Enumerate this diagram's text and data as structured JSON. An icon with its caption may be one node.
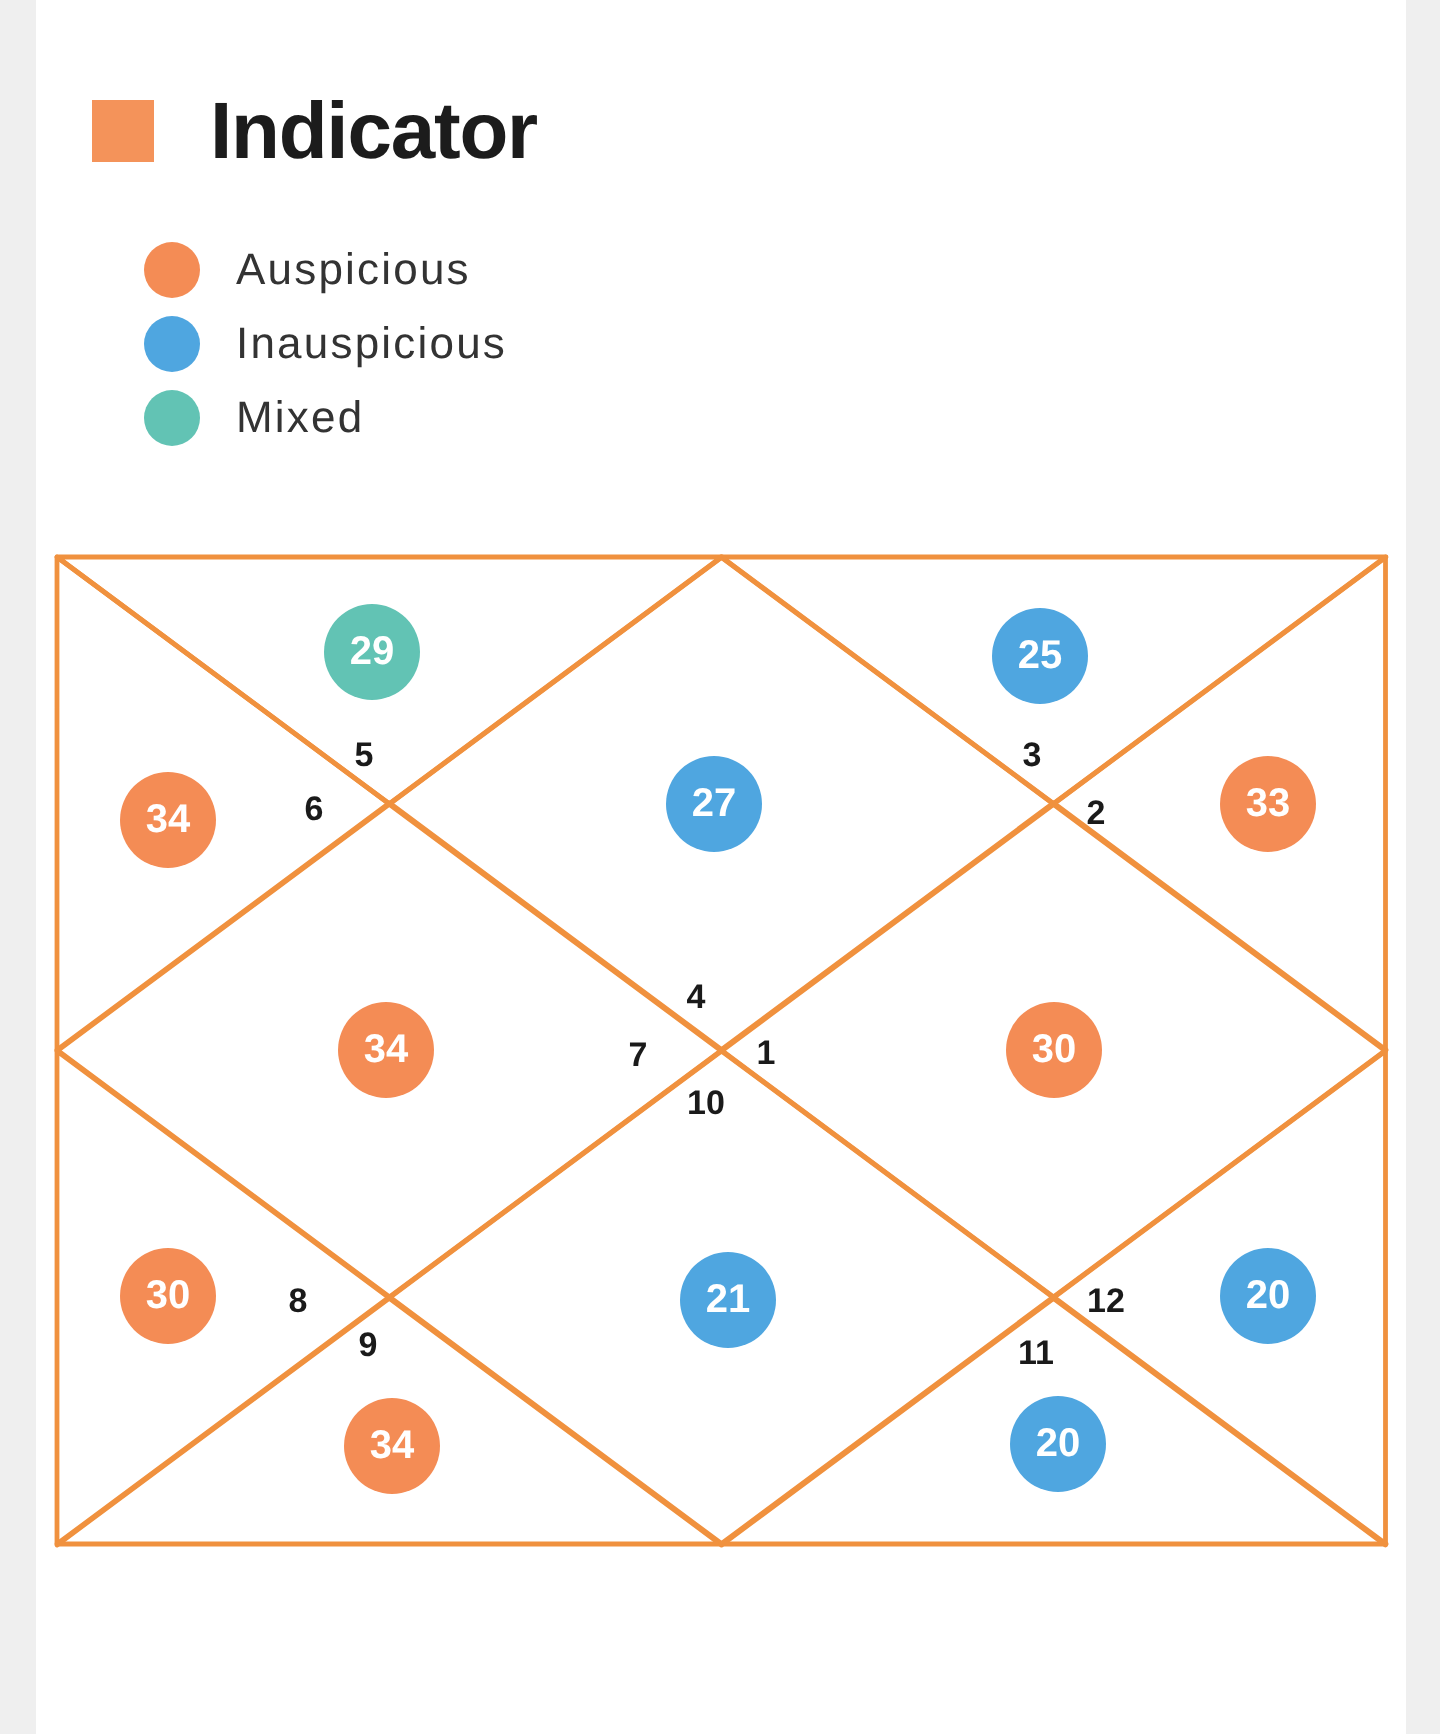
{
  "diagram": {
    "title": "Indicator",
    "nodes": [
      {
        "text": [
          "5"
        ]
      },
      {
        "text": [
          "29"
        ],
        "in": 0
      },
      {
        "text": [
          "3"
        ]
      },
      {
        "text": [
          "25"
        ],
        "in": 2
      },
      {
        "text": [
          "6"
        ]
      },
      {
        "text": [
          "34"
        ],
        "in": 4
      },
      {
        "text": [
          "4"
        ]
      },
      {
        "text": [
          "27"
        ],
        "in": 6
      },
      {
        "text": [
          "2"
        ]
      },
      {
        "text": [
          "33"
        ],
        "in": 8
      },
      {
        "text": [
          "7"
        ]
      },
      {
        "text": [
          "34"
        ],
        "in": 10
      },
      {
        "text": [
          "1"
        ]
      },
      {
        "text": [
          "30"
        ],
        "in": 12
      },
      {
        "text": [
          "8"
        ]
      },
      {
        "text": [
          "30"
        ],
        "in": 14
      },
      {
        "text": [
          "10"
        ]
      },
      {
        "text": [
          "21"
        ],
        "in": 16
      },
      {
        "text": [
          "12"
        ]
      },
      {
        "text": [
          "20"
        ],
        "in": 18
      },
      {
        "text": [
          "9"
        ]
      },
      {
        "text": [
          "34"
        ],
        "in": 20
      },
      {
        "text": [
          "11"
        ]
      },
      {
        "text": [
          "20"
        ],
        "in": 22
      }
    ],
    "legend": [
      {
        "text": "Auspicious",
        "color": "#f48c55"
      },
      {
        "text": "Inauspicious",
        "color": "#4fa6e0"
      },
      {
        "text": "Mixed",
        "color": "#62c3b4"
      }
    ]
  }
}
